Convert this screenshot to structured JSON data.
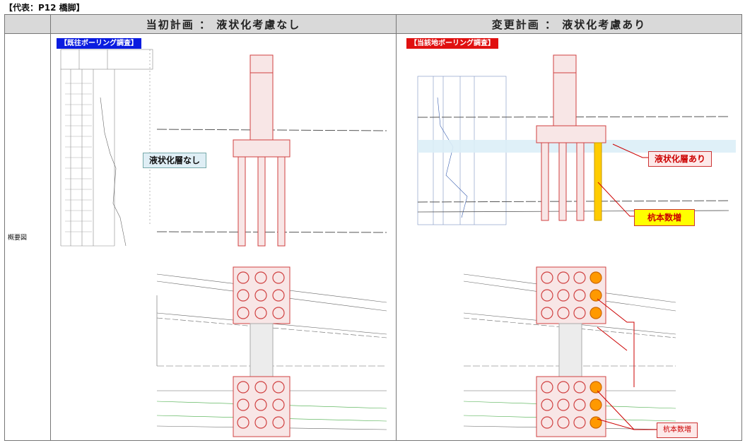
{
  "title": "【代表：P12 橋脚】",
  "header": {
    "left": "当初計画 ： 液状化考慮なし",
    "right": "変更計画 ： 液状化考慮あり"
  },
  "row_label": "概要図",
  "left_panel": {
    "tag": "【既往ボーリング調査】",
    "callout": "液状化層なし"
  },
  "right_panel": {
    "tag": "【当該地ボーリング調査】",
    "callout_liquefaction": "液状化層あり",
    "callout_pile_increase_top": "杭本数増",
    "callout_pile_increase_bottom": "杭本数増"
  },
  "colors": {
    "pile_red": "#e06060",
    "pile_fill": "#f7dcdc",
    "added_pile": "#ffcc00",
    "tag_blue": "#0a1ce0",
    "tag_red": "#e01010"
  }
}
